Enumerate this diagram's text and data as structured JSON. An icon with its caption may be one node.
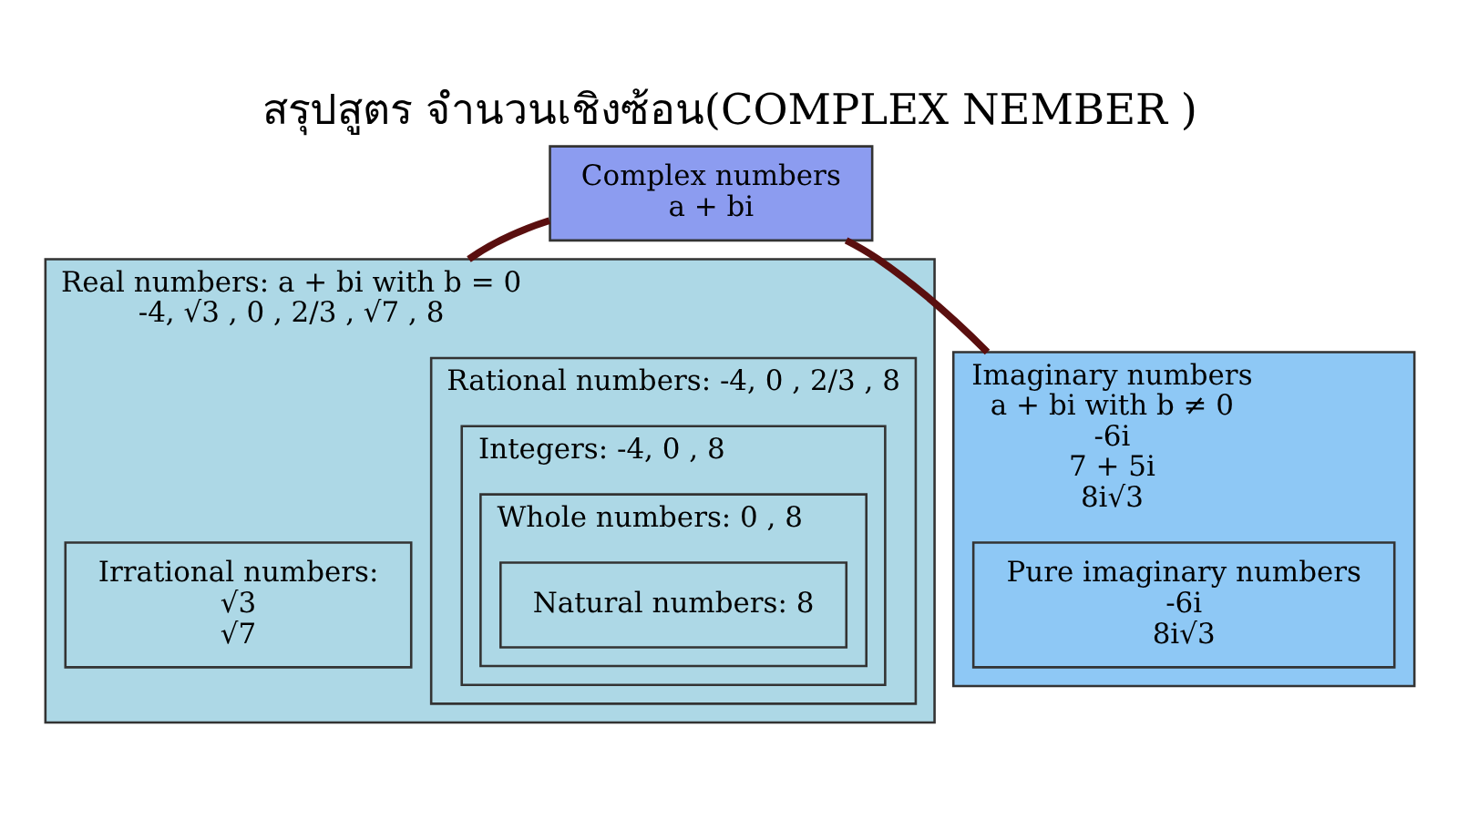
{
  "diagram": {
    "title": "สรุปสูตร จำนวนเชิงซ้อน(COMPLEX NEMBER )",
    "nodes": [
      {
        "text": [
          "Complex numbers",
          "a + bi"
        ]
      },
      {
        "text": [
          "Real numbers: a + bi with b = 0",
          "-4, √3 , 0 , 2/3 , √7 , 8"
        ]
      },
      {
        "text": [
          "Rational numbers: -4, 0 , 2/3 , 8"
        ],
        "in": 1
      },
      {
        "text": [
          "Integers: -4, 0 , 8"
        ],
        "in": 2
      },
      {
        "text": [
          "Whole numbers: 0 , 8"
        ],
        "in": 3
      },
      {
        "text": [
          "Natural numbers: 8"
        ],
        "in": 4
      },
      {
        "text": [
          "Irrational numbers:",
          "√3",
          "√7"
        ],
        "in": 1
      },
      {
        "text": [
          "Imaginary numbers",
          "a + bi with b ≠ 0",
          "-6i",
          "7 + 5i",
          "8i√3"
        ]
      },
      {
        "text": [
          "Pure imaginary numbers",
          "-6i",
          "8i√3"
        ],
        "in": 7
      }
    ],
    "edges": [
      {
        "from": 0,
        "to": 1,
        "arrow": "none"
      },
      {
        "from": 0,
        "to": 7,
        "arrow": "none"
      }
    ]
  }
}
